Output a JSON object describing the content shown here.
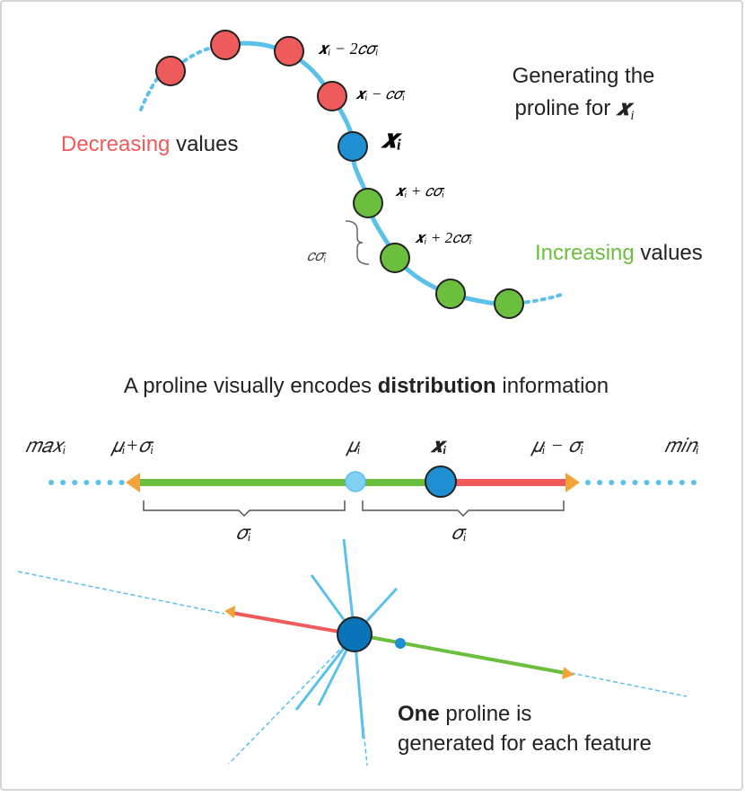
{
  "colors": {
    "red": "#ef5b5b",
    "green": "#6cbe3f",
    "blue_dark": "#0a74b8",
    "blue_light": "#5bc0ea",
    "blue_center": "#1e8fd0",
    "orange": "#f2a33a",
    "curve": "#5bc0ea"
  },
  "top_panel": {
    "title_line1": "Generating the",
    "title_line2": "proline for ",
    "title_var": "𝒙",
    "title_sub": "i",
    "decreasing_word": "Decreasing",
    "decreasing_rest": " values",
    "increasing_word": "Increasing",
    "increasing_rest": " values",
    "labels": {
      "minus2": "𝒙ᵢ − 2𝑐𝜎ᵢ",
      "minus1": "𝒙ᵢ − 𝑐𝜎ᵢ",
      "center": "𝒙ᵢ",
      "plus1": "𝒙ᵢ + 𝑐𝜎ᵢ",
      "plus2": "𝒙ᵢ + 2𝑐𝜎ᵢ",
      "step": "𝑐𝜎ᵢ"
    }
  },
  "middle_panel": {
    "heading_pre": "A proline visually encodes ",
    "heading_bold": "distribution",
    "heading_post": " information",
    "labels": {
      "max": "𝑚𝑎𝑥ᵢ",
      "mu_plus_sigma": "𝜇ᵢ+𝜎ᵢ",
      "mu": "𝜇ᵢ",
      "x": "𝒙ᵢ",
      "mu_minus_sigma": "𝜇ᵢ − 𝜎ᵢ",
      "min": "𝑚𝑖𝑛ᵢ",
      "sigma_left": "𝜎ᵢ",
      "sigma_right": "𝜎ᵢ"
    }
  },
  "bottom_panel": {
    "caption_bold": "One",
    "caption_rest1": " proline is",
    "caption_line2": "generated for each feature"
  }
}
